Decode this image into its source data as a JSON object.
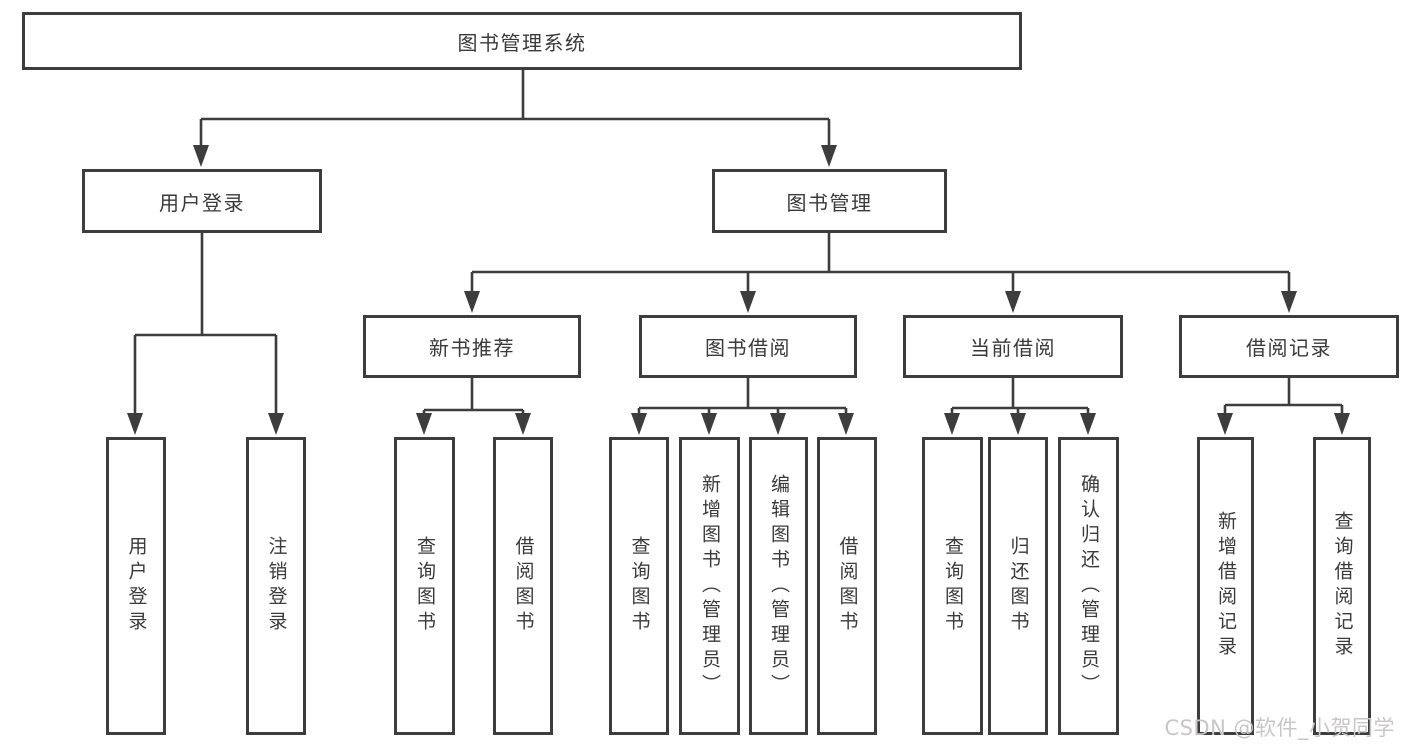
{
  "tree": {
    "root": {
      "label": "图书管理系统",
      "children": [
        {
          "label": "用户登录",
          "children": [
            {
              "label": "用户登录"
            },
            {
              "label": "注销登录"
            }
          ]
        },
        {
          "label": "图书管理",
          "children": [
            {
              "label": "新书推荐",
              "children": [
                {
                  "label": "查询图书"
                },
                {
                  "label": "借阅图书"
                }
              ]
            },
            {
              "label": "图书借阅",
              "children": [
                {
                  "label": "查询图书"
                },
                {
                  "label": "新增图书（管理员）"
                },
                {
                  "label": "编辑图书（管理员）"
                },
                {
                  "label": "借阅图书"
                }
              ]
            },
            {
              "label": "当前借阅",
              "children": [
                {
                  "label": "查询图书"
                },
                {
                  "label": "归还图书"
                },
                {
                  "label": "确认归还（管理员）"
                }
              ]
            },
            {
              "label": "借阅记录",
              "children": [
                {
                  "label": "新增借阅记录"
                },
                {
                  "label": "查询借阅记录"
                }
              ]
            }
          ]
        }
      ]
    }
  },
  "watermark": {
    "text": "CSDN @软件_小贺同学"
  },
  "colors": {
    "line": "#3d3d3d",
    "text": "#3a3a3a",
    "box-bg": "#ffffff",
    "watermark": "#c8c6c6",
    "background": "#ffffff"
  }
}
